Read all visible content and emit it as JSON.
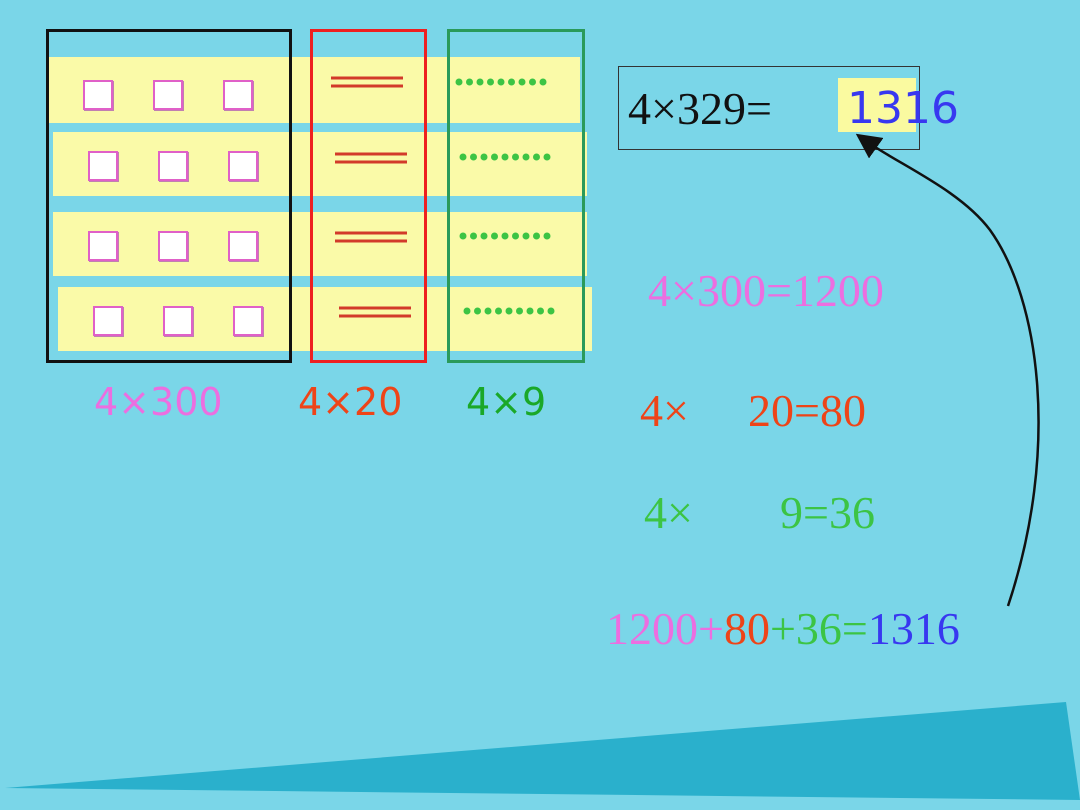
{
  "colors": {
    "background": "#7ad6e8",
    "strip": "#fafaa8",
    "hundreds": "#ec6ee0",
    "tens": "#ee4418",
    "ones": "#3cc444",
    "result": "#3838f0",
    "highlight": "#fafaa0"
  },
  "group_labels": {
    "hundreds": "4×300",
    "tens": "4×20",
    "ones": "4×9"
  },
  "main_equation": {
    "lhs": "4×329=",
    "result": "1316"
  },
  "partials": {
    "hundreds": "4×300=1200",
    "tens_op": "4×",
    "tens_rest": "20=80",
    "ones_op": "4×",
    "ones_rest": "9=36"
  },
  "sum": {
    "a": "1200",
    "plus1": "+",
    "b": "80",
    "plus2": "+",
    "c": "36",
    "eq": "=",
    "result": "1316"
  },
  "rows": 4,
  "squares_per_row": 3,
  "lines_per_row": 2,
  "dots_per_row": 9
}
